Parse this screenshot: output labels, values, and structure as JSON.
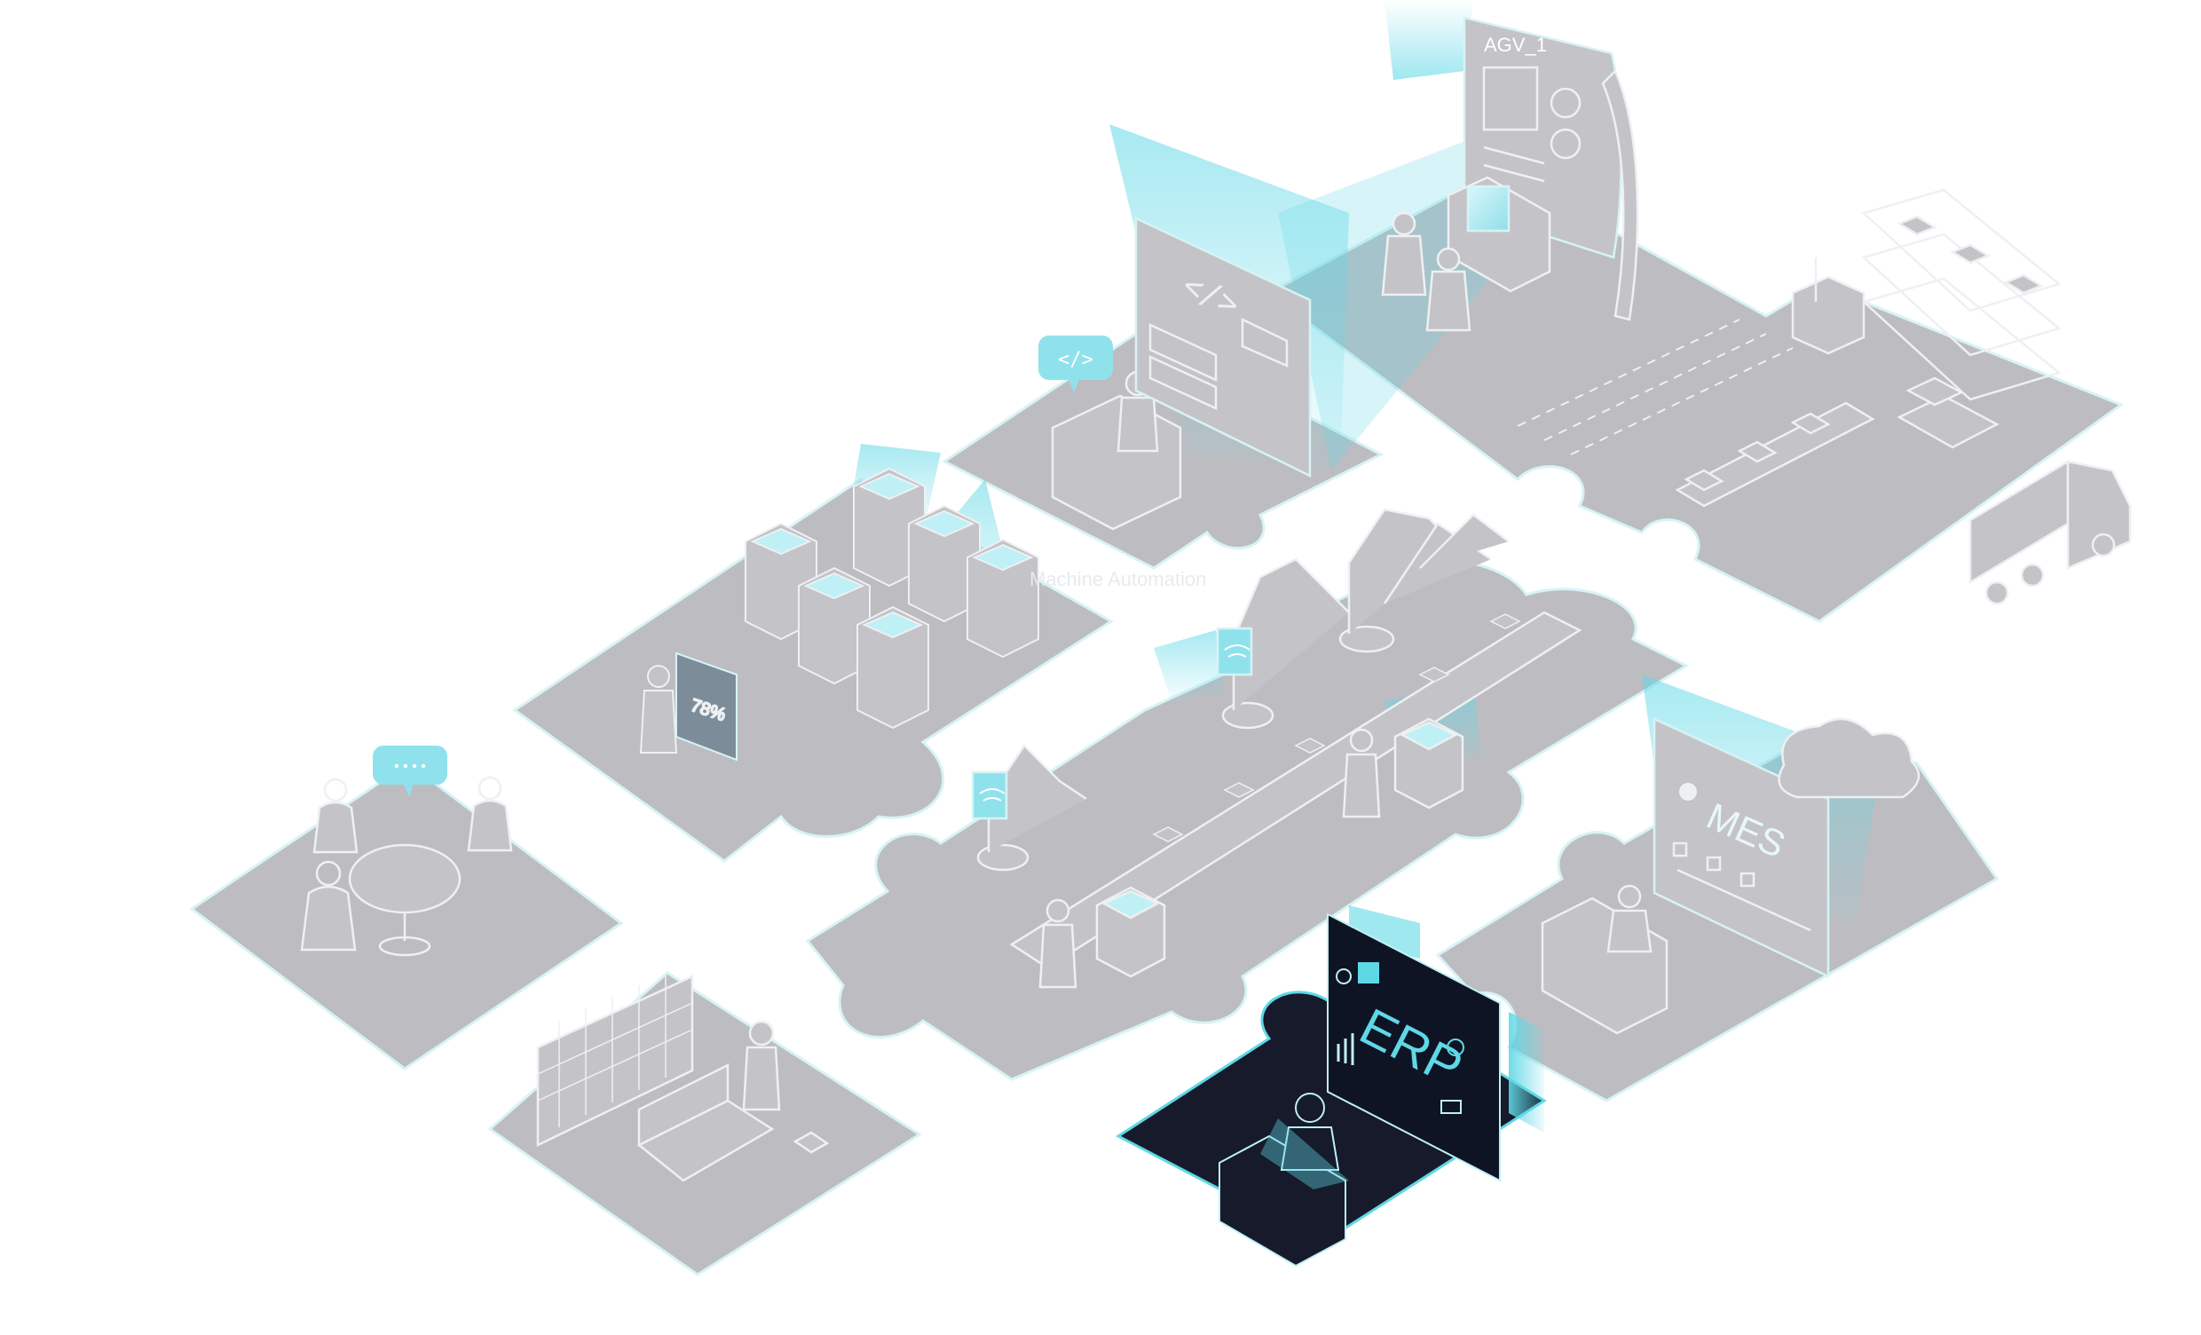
{
  "screens": {
    "agv_label": "AGV_1",
    "code_glyph": "</>",
    "code_bubble_glyph": "</>",
    "percent_value": "78%",
    "mes_label": "MES",
    "erp_label": "ERP"
  },
  "center_caption": "Machine Automation",
  "chat_bubble_text": "• • • •",
  "colors": {
    "tile": "#bdbdc1",
    "tile_edge": "#d7f3f5",
    "line": "#f4f6f7",
    "accent": "#5fd8e6",
    "accent_light": "#bff0f5",
    "highlight_tile": "#161a2b",
    "highlight_screen": "#0f1424",
    "background": "#ffffff"
  },
  "icons": [
    "chat-bubble-icon",
    "code-bubble-icon",
    "wifi-icon",
    "gear-icon",
    "robot-arm-icon",
    "truck-icon",
    "server-rack-icon",
    "person-icon",
    "conveyor-icon",
    "forklift-icon",
    "cloud-icon"
  ]
}
